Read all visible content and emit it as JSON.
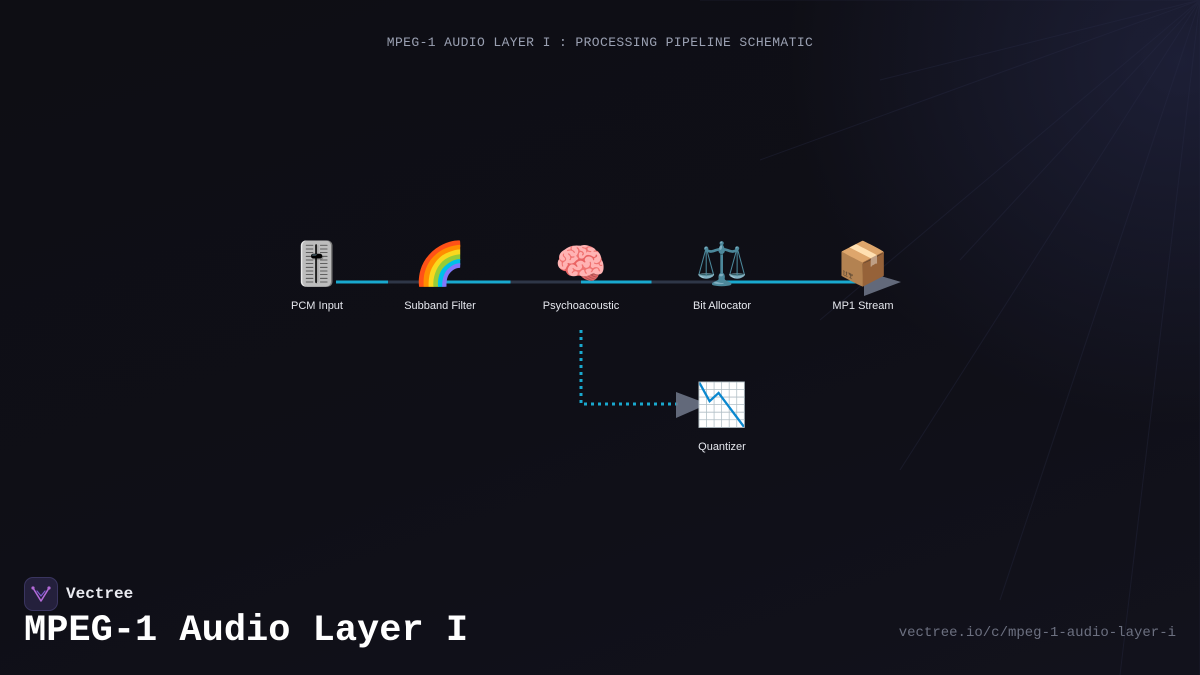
{
  "diagram": {
    "title": "MPEG-1 AUDIO LAYER I : PROCESSING PIPELINE SCHEMATIC",
    "nodes": [
      {
        "id": "pcm",
        "icon": "🎚️",
        "icon_name": "level-slider-icon",
        "label": "PCM Input"
      },
      {
        "id": "subband",
        "icon": "🌈",
        "icon_name": "rainbow-icon",
        "label": "Subband Filter"
      },
      {
        "id": "psycho",
        "icon": "🧠",
        "icon_name": "brain-icon",
        "label": "Psychoacoustic"
      },
      {
        "id": "bitalloc",
        "icon": "⚖️",
        "icon_name": "balance-scale-icon",
        "label": "Bit Allocator"
      },
      {
        "id": "mp1",
        "icon": "📦",
        "icon_name": "package-icon",
        "label": "MP1 Stream"
      },
      {
        "id": "quant",
        "icon": "📉",
        "icon_name": "chart-decreasing-icon",
        "label": "Quantizer"
      }
    ],
    "edges": [
      {
        "from": "pcm",
        "to": "subband",
        "style": "solid"
      },
      {
        "from": "subband",
        "to": "psycho",
        "style": "solid"
      },
      {
        "from": "psycho",
        "to": "bitalloc",
        "style": "solid"
      },
      {
        "from": "bitalloc",
        "to": "mp1",
        "style": "solid"
      },
      {
        "from": "psycho",
        "to": "quant",
        "style": "dotted"
      }
    ]
  },
  "colors": {
    "edge_accent": "#19a9cf",
    "edge_track": "#2e3647",
    "arrowhead": "#6b7385",
    "logo_accent": "#b36ad8"
  },
  "footer": {
    "brand": "Vectree",
    "title": "MPEG-1 Audio Layer I",
    "url": "vectree.io/c/mpeg-1-audio-layer-i"
  }
}
